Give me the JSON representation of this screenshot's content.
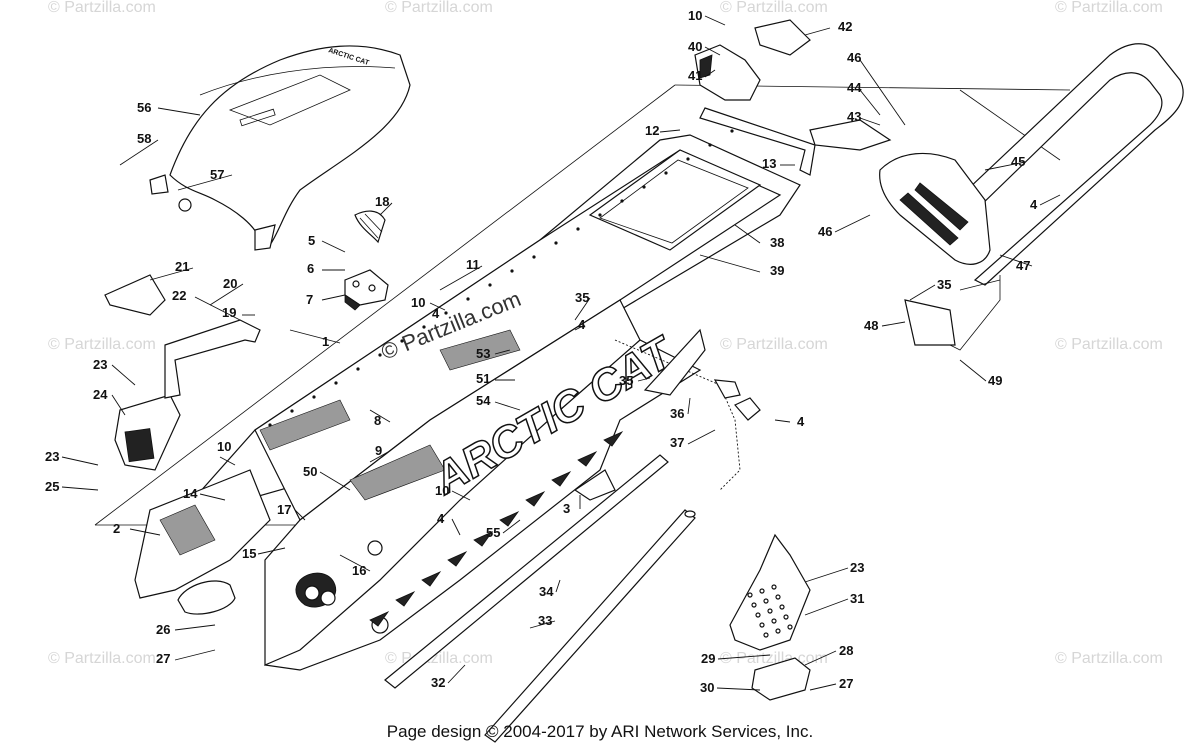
{
  "footer": "Page design © 2004-2017 by ARI Network Services, Inc.",
  "watermark": "© Partzilla.com",
  "center_watermark": "© Partzilla.com",
  "seat_badge_text": "ARCTIC CAT",
  "tunnel_lettering": "ARCTIC CAT",
  "callouts": [
    "10",
    "42",
    "40",
    "41",
    "46",
    "44",
    "43",
    "12",
    "13",
    "45",
    "4",
    "46",
    "47",
    "56",
    "58",
    "57",
    "18",
    "5",
    "6",
    "7",
    "11",
    "38",
    "39",
    "21",
    "20",
    "22",
    "19",
    "10",
    "4",
    "35",
    "4",
    "1",
    "53",
    "51",
    "23",
    "24",
    "54",
    "8",
    "35",
    "36",
    "4",
    "9",
    "37",
    "10",
    "23",
    "25",
    "14",
    "50",
    "10",
    "2",
    "17",
    "3",
    "4",
    "55",
    "15",
    "16",
    "23",
    "34",
    "31",
    "33",
    "26",
    "29",
    "28",
    "27",
    "30",
    "27",
    "32",
    "35",
    "48",
    "49"
  ],
  "colors": {
    "line": "#111111",
    "watermark": "#d6d6d6",
    "fill_dark": "#222222",
    "fill_grey": "#9a9a9a",
    "background": "#ffffff"
  }
}
